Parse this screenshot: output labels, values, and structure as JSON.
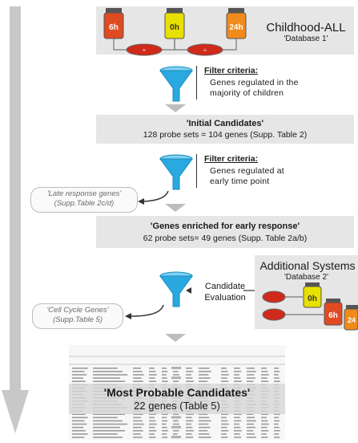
{
  "childhood": {
    "title": "Childhood-ALL",
    "subtitle": "'Database 1'",
    "tubes": [
      "6h",
      "0h",
      "24h"
    ]
  },
  "filter1": {
    "title": "Filter criteria:",
    "lines": [
      "Genes regulated in the",
      "majority  of  children"
    ]
  },
  "initial": {
    "title": "'Initial Candidates'",
    "text": "128 probe sets = 104 genes (Supp. Table 2)"
  },
  "filter2": {
    "title": "Filter criteria:",
    "lines": [
      "Genes regulated at",
      "early  time  point"
    ]
  },
  "late": {
    "line1": "'Late response genes'",
    "line2": "(Supp.Table 2c/d)"
  },
  "enriched": {
    "title": "'Genes enriched for early response'",
    "text": "62 probe sets= 49 genes (Supp. Table 2a/b)"
  },
  "additional": {
    "title": "Additional Systems",
    "subtitle": "'Database 2'",
    "tubes": [
      "0h",
      "6h",
      "24"
    ]
  },
  "evaluation": {
    "lines": [
      "Candidate",
      "Evaluation"
    ]
  },
  "cellcycle": {
    "line1": "'Cell Cycle Genes'",
    "line2": "(Supp.Table 5)"
  },
  "final": {
    "title": "'Most Probable Candidates'",
    "text": "22 genes (Table 5)"
  },
  "colors": {
    "bar": "#e6e6e6",
    "funnel": "#2aa8e0",
    "tube_red": "#e04a22",
    "tube_yellow": "#e8e000",
    "tube_orange": "#f08a1a",
    "arrow": "#c8c8c8"
  }
}
